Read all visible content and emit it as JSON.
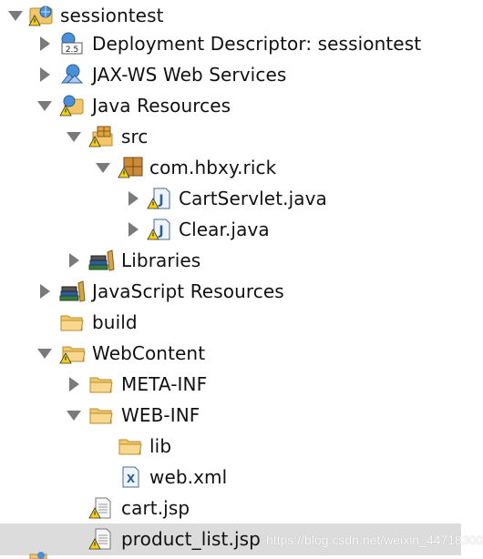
{
  "colors": {
    "selection": "#dcdcdc",
    "twisty": "#7a7a7a",
    "folder": "#f2c66a",
    "warning": "#f4d10a"
  },
  "tree": [
    {
      "id": "sessiontest",
      "label": "sessiontest",
      "expanded": true,
      "has_children": true,
      "icon": "web-project-icon",
      "warning": true
    },
    {
      "id": "deployment-descriptor",
      "label": "Deployment Descriptor: sessiontest",
      "expanded": false,
      "has_children": true,
      "icon": "deployment-descriptor-icon",
      "warning": false
    },
    {
      "id": "jax-ws",
      "label": "JAX-WS Web Services",
      "expanded": false,
      "has_children": true,
      "icon": "web-services-icon",
      "warning": false
    },
    {
      "id": "java-resources",
      "label": "Java Resources",
      "expanded": true,
      "has_children": true,
      "icon": "java-resources-icon",
      "warning": true
    },
    {
      "id": "src",
      "label": "src",
      "expanded": true,
      "has_children": true,
      "icon": "source-folder-icon",
      "warning": true
    },
    {
      "id": "package",
      "label": "com.hbxy.rick",
      "expanded": true,
      "has_children": true,
      "icon": "package-icon",
      "warning": true
    },
    {
      "id": "cartservlet",
      "label": "CartServlet.java",
      "expanded": false,
      "has_children": true,
      "icon": "java-file-icon",
      "warning": true
    },
    {
      "id": "clear",
      "label": "Clear.java",
      "expanded": false,
      "has_children": true,
      "icon": "java-file-icon",
      "warning": true
    },
    {
      "id": "libraries",
      "label": "Libraries",
      "expanded": false,
      "has_children": true,
      "icon": "libraries-icon",
      "warning": false
    },
    {
      "id": "javascript-resources",
      "label": "JavaScript Resources",
      "expanded": false,
      "has_children": true,
      "icon": "libraries-icon",
      "warning": false
    },
    {
      "id": "build",
      "label": "build",
      "expanded": false,
      "has_children": false,
      "icon": "folder-icon",
      "warning": false
    },
    {
      "id": "webcontent",
      "label": "WebContent",
      "expanded": true,
      "has_children": true,
      "icon": "folder-icon",
      "warning": true
    },
    {
      "id": "meta-inf",
      "label": "META-INF",
      "expanded": false,
      "has_children": true,
      "icon": "folder-icon",
      "warning": false
    },
    {
      "id": "web-inf",
      "label": "WEB-INF",
      "expanded": true,
      "has_children": true,
      "icon": "folder-icon",
      "warning": false
    },
    {
      "id": "lib",
      "label": "lib",
      "expanded": false,
      "has_children": false,
      "icon": "folder-icon",
      "warning": false
    },
    {
      "id": "web-xml",
      "label": "web.xml",
      "expanded": false,
      "has_children": false,
      "icon": "xml-file-icon",
      "warning": false
    },
    {
      "id": "cart-jsp",
      "label": "cart.jsp",
      "expanded": false,
      "has_children": false,
      "icon": "jsp-file-icon",
      "warning": true
    },
    {
      "id": "product-list-jsp",
      "label": "product_list.jsp",
      "expanded": false,
      "has_children": false,
      "icon": "jsp-file-icon",
      "warning": true,
      "selected": true
    }
  ],
  "watermark": "https://blog.csdn.net/weixin_44718300"
}
